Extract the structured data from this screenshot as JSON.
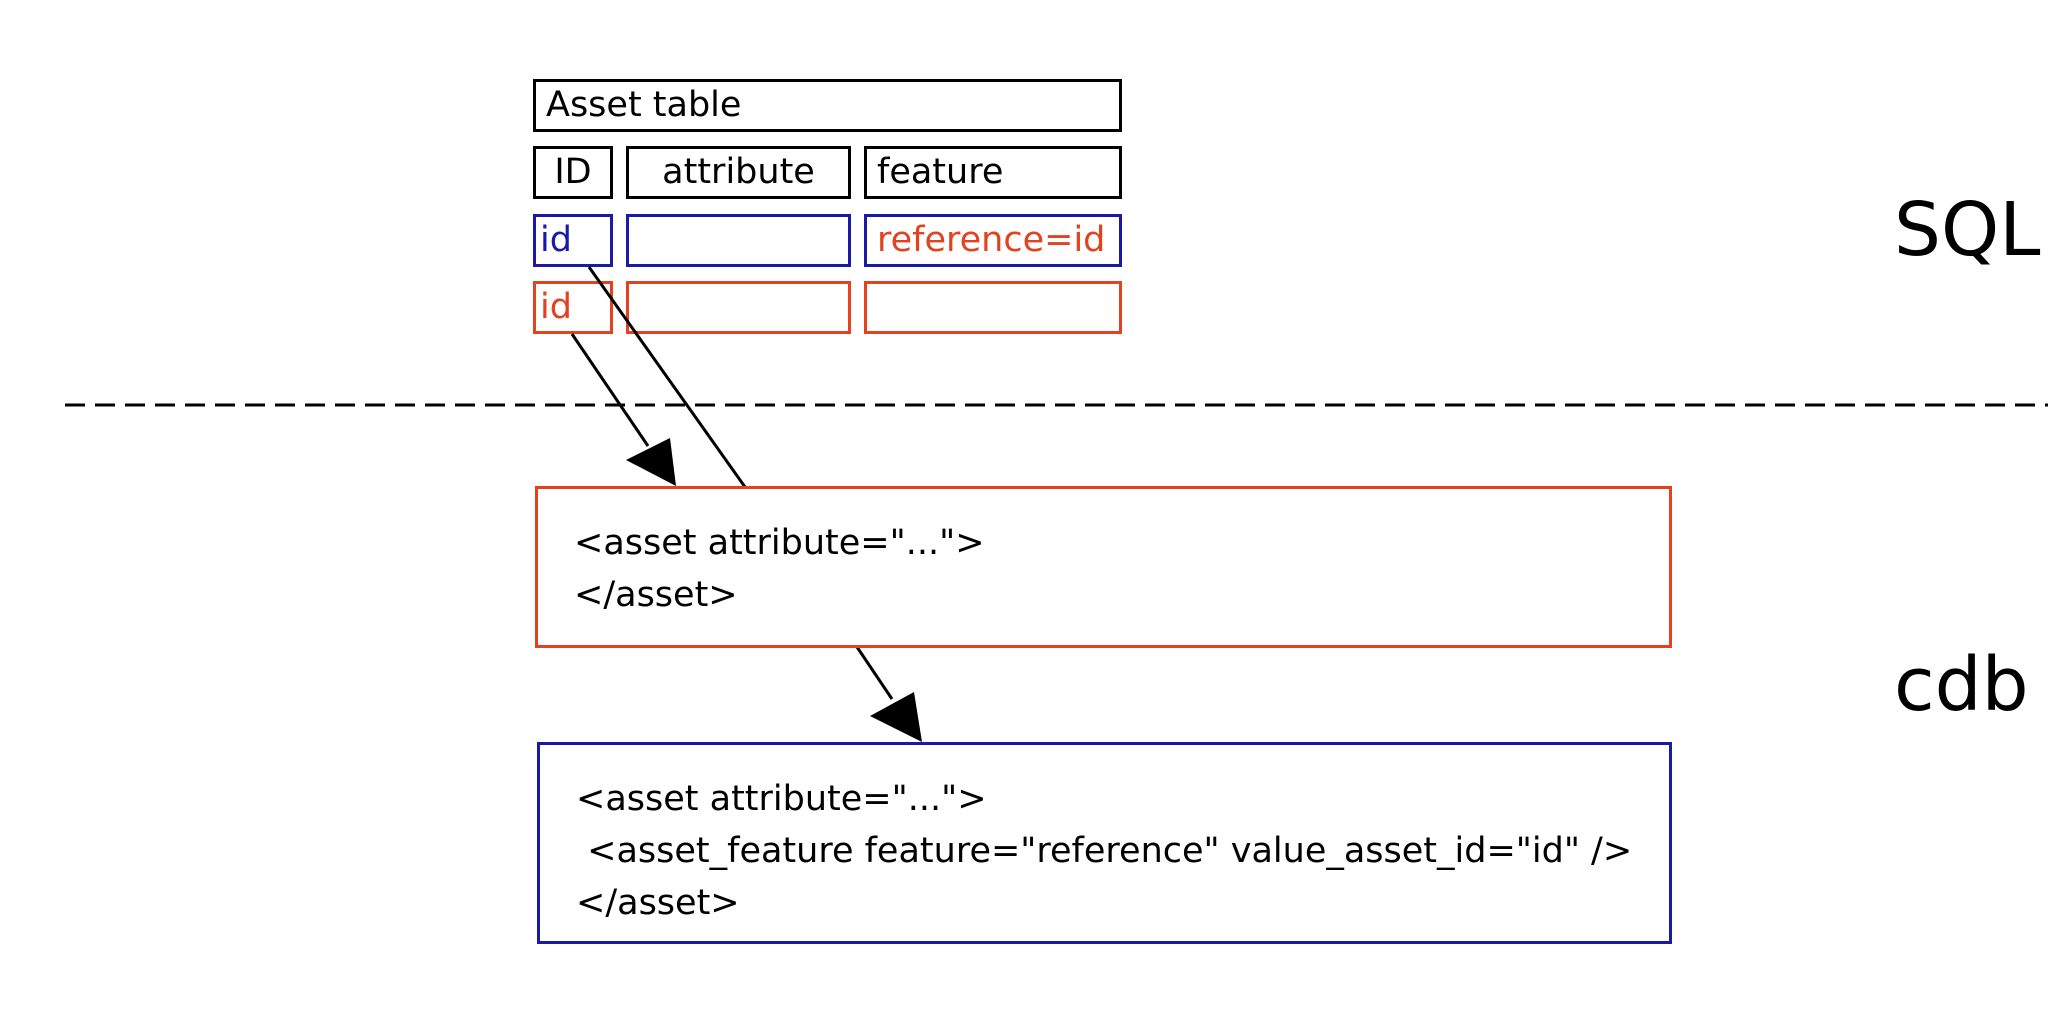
{
  "colors": {
    "black": "#000000",
    "blue": "#1a1aa6",
    "orange": "#e2431e"
  },
  "asset_table": {
    "title": "Asset table",
    "headers": [
      "ID",
      "attribute",
      "feature"
    ],
    "rows": [
      {
        "id": "id",
        "attribute": "",
        "feature": "reference=id",
        "color": "#1a1aa6"
      },
      {
        "id": "id",
        "attribute": "",
        "feature": "",
        "color": "#e2431e"
      }
    ]
  },
  "layers": {
    "sql": "SQL",
    "cdb": "cdb"
  },
  "xml_boxes": [
    {
      "lines": [
        "<asset attribute=\"...\">",
        "</asset>"
      ],
      "color": "#e2431e"
    },
    {
      "lines": [
        "<asset attribute=\"...\">",
        " <asset_feature feature=\"reference\" value_asset_id=\"id\" />",
        "</asset>"
      ],
      "color": "#1a1aa6"
    }
  ]
}
